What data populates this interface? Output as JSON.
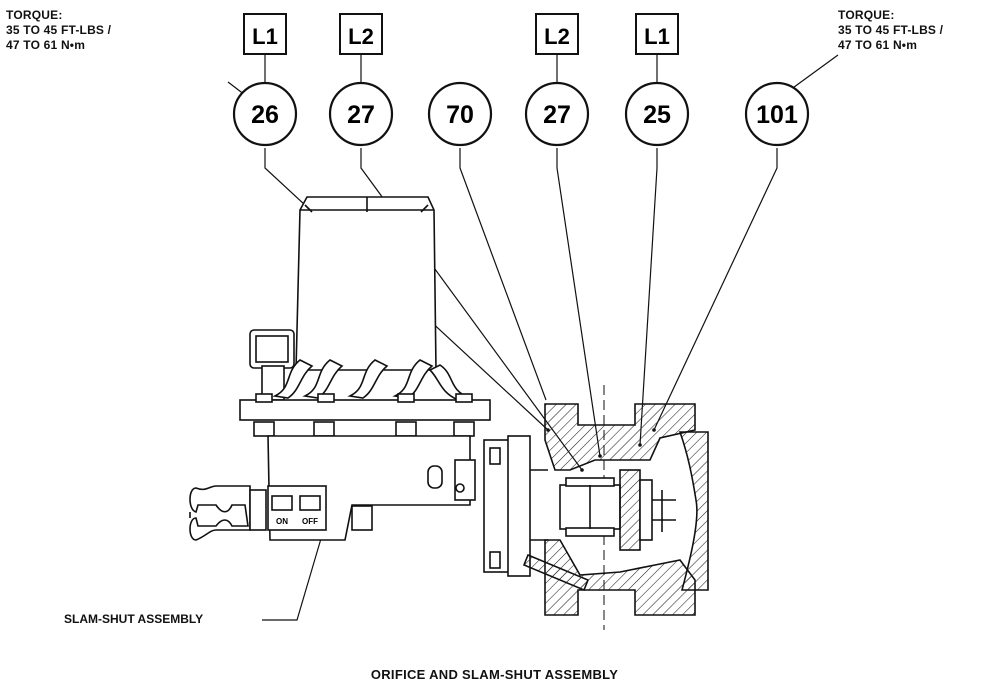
{
  "torque_left": {
    "line1": "TORQUE:",
    "line2": "35 TO 45 FT-LBS /",
    "line3": "47 TO 61 N•m"
  },
  "torque_right": {
    "line1": "TORQUE:",
    "line2": "35 TO 45 FT-LBS /",
    "line3": "47 TO 61 N•m"
  },
  "callouts": [
    {
      "part": "26",
      "lube": "L1"
    },
    {
      "part": "27",
      "lube": "L2"
    },
    {
      "part": "70",
      "lube": ""
    },
    {
      "part": "27",
      "lube": "L2"
    },
    {
      "part": "25",
      "lube": "L1"
    },
    {
      "part": "101",
      "lube": ""
    }
  ],
  "switch_labels": {
    "on": "ON",
    "off": "OFF"
  },
  "slam_shut_label": "SLAM-SHUT ASSEMBLY",
  "caption": "ORIFICE AND SLAM-SHUT ASSEMBLY"
}
